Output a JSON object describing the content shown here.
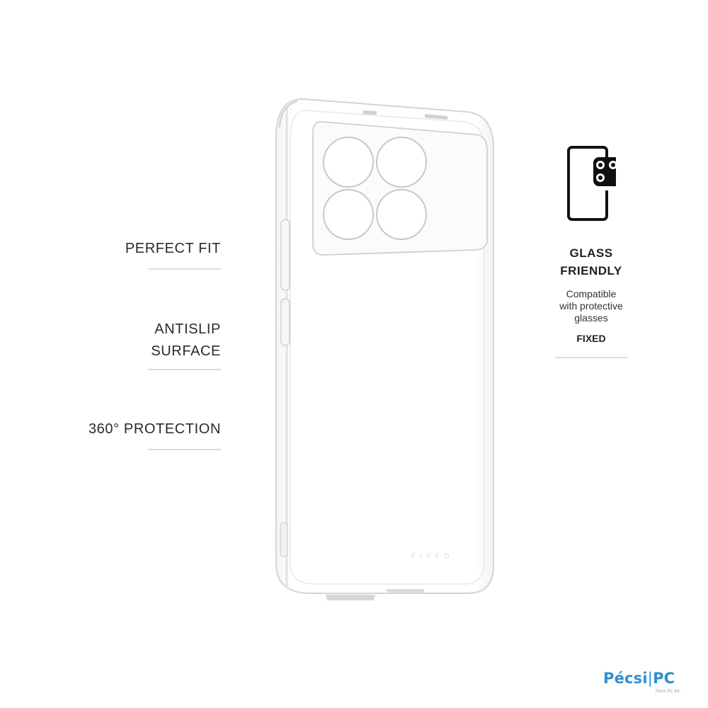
{
  "features": [
    {
      "lines": [
        "PERFECT FIT"
      ]
    },
    {
      "lines": [
        "ANTISLIP",
        "SURFACE"
      ]
    },
    {
      "lines": [
        "360° PROTECTION"
      ]
    }
  ],
  "badge": {
    "icon": "phone-camera-glass-icon",
    "title_line1": "GLASS",
    "title_line2": "FRIENDLY",
    "desc_line1": "Compatible",
    "desc_line2": "with protective",
    "desc_line3": "glasses",
    "brand": "FIXED"
  },
  "product": {
    "icon": "clear-phone-case-image",
    "case_logo": "FIXED"
  },
  "watermark": {
    "part1": "Pécsi",
    "part2": "PC",
    "sub": "Pécsi PC Kft."
  },
  "colors": {
    "text": "#2a2a2a",
    "rule": "#dcdcdc",
    "case_outline": "#d9d9d9",
    "logo_blue": "#2f8fcf"
  }
}
